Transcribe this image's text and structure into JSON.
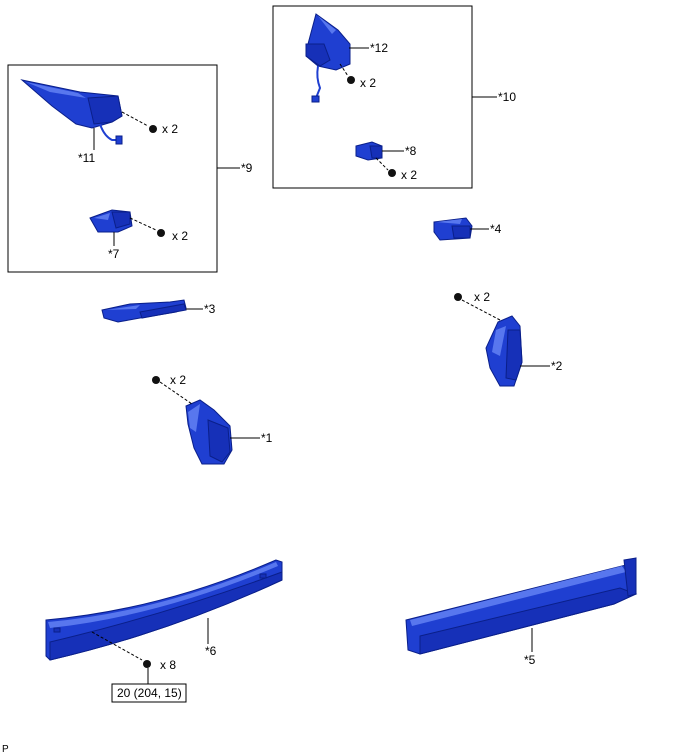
{
  "callouts": {
    "c1": "*1",
    "c2": "*2",
    "c3": "*3",
    "c4": "*4",
    "c5": "*5",
    "c6": "*6",
    "c7": "*7",
    "c8": "*8",
    "c9": "*9",
    "c10": "*10",
    "c11": "*11",
    "c12": "*12"
  },
  "quantities": {
    "q11": "x 2",
    "q7": "x 2",
    "q12": "x 2",
    "q8": "x 2",
    "q2": "x 2",
    "q1": "x 2",
    "q6": "x 8"
  },
  "torque_spec": "20 (204, 15)",
  "corner_mark": "P",
  "colors": {
    "part": "#1f3fd1",
    "line": "#000000",
    "background": "#ffffff"
  }
}
